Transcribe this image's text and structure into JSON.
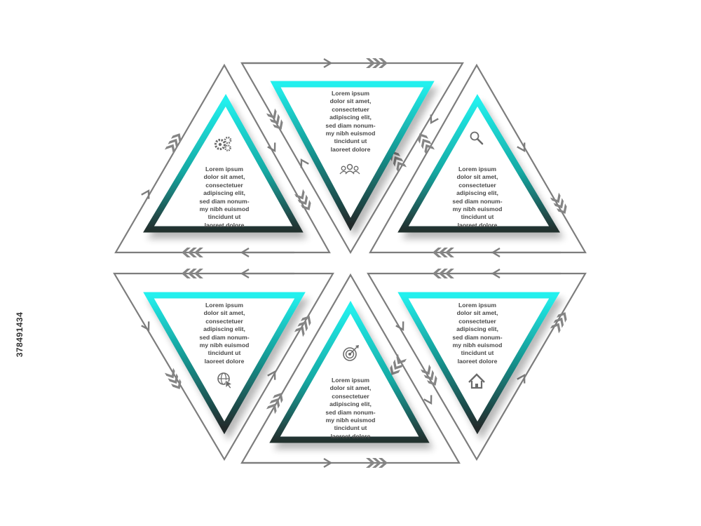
{
  "colors": {
    "accent_light": "#22f0ee",
    "accent_mid": "#16a9a3",
    "accent_dark": "#24302f",
    "line": "#7d7d7d",
    "text": "#4a4a4a"
  },
  "stock_id": "378491434",
  "triangles": [
    {
      "id": "top-left",
      "orientation": "up",
      "icon": "gears-icon",
      "lines": [
        "Lorem ipsum",
        "dolor sit amet,",
        "consectetuer",
        "adipiscing elit,",
        "sed diam nonum-",
        "my nibh euismod",
        "tincidunt ut",
        "laoreet dolore"
      ]
    },
    {
      "id": "top-center",
      "orientation": "down",
      "icon": "people-icon",
      "lines": [
        "Lorem ipsum",
        "dolor sit amet,",
        "consectetuer",
        "adipiscing elit,",
        "sed diam nonum-",
        "my nibh euismod",
        "tincidunt ut",
        "laoreet dolore"
      ]
    },
    {
      "id": "top-right",
      "orientation": "up",
      "icon": "search-icon",
      "lines": [
        "Lorem ipsum",
        "dolor sit amet,",
        "consectetuer",
        "adipiscing elit,",
        "sed diam nonum-",
        "my nibh euismod",
        "tincidunt ut",
        "laoreet dolore"
      ]
    },
    {
      "id": "bottom-left",
      "orientation": "down",
      "icon": "web-cursor-icon",
      "lines": [
        "Lorem ipsum",
        "dolor sit amet,",
        "consectetuer",
        "adipiscing elit,",
        "sed diam nonum-",
        "my nibh euismod",
        "tincidunt ut",
        "laoreet dolore"
      ]
    },
    {
      "id": "bottom-center",
      "orientation": "up",
      "icon": "target-icon",
      "lines": [
        "Lorem ipsum",
        "dolor sit amet,",
        "consectetuer",
        "adipiscing elit,",
        "sed diam nonum-",
        "my nibh euismod",
        "tincidunt ut",
        "laoreet dolore"
      ]
    },
    {
      "id": "bottom-right",
      "orientation": "down",
      "icon": "home-icon",
      "lines": [
        "Lorem ipsum",
        "dolor sit amet,",
        "consectetuer",
        "adipiscing elit,",
        "sed diam nonum-",
        "my nibh euismod",
        "tincidunt ut",
        "laoreet dolore"
      ]
    }
  ]
}
